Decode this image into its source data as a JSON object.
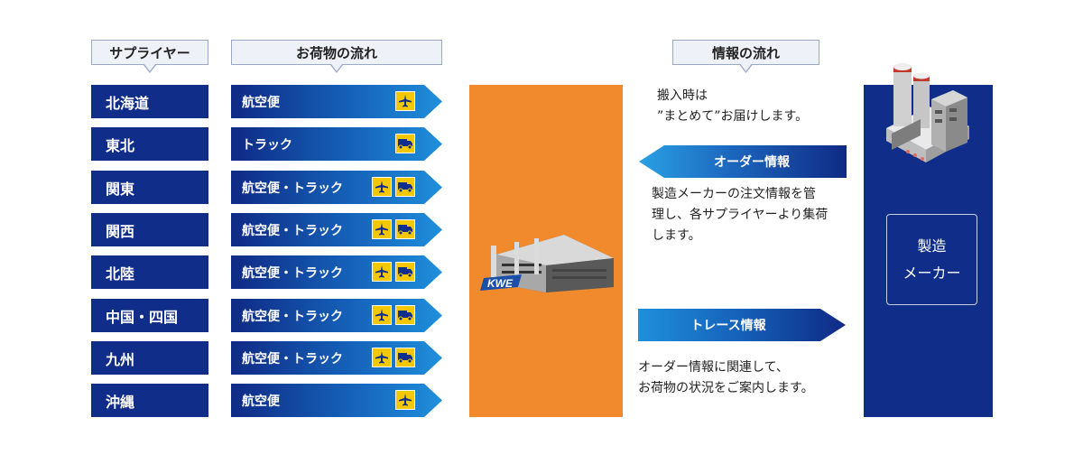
{
  "headers": {
    "supplier": "サプライヤー",
    "cargo_flow": "お荷物の流れ",
    "info_flow": "情報の流れ"
  },
  "rows": [
    {
      "region": "北海道",
      "method": "航空便",
      "icons": [
        "airplane-icon"
      ]
    },
    {
      "region": "東北",
      "method": "トラック",
      "icons": [
        "truck-icon"
      ]
    },
    {
      "region": "関東",
      "method": "航空便・トラック",
      "icons": [
        "airplane-icon",
        "truck-icon"
      ]
    },
    {
      "region": "関西",
      "method": "航空便・トラック",
      "icons": [
        "airplane-icon",
        "truck-icon"
      ]
    },
    {
      "region": "北陸",
      "method": "航空便・トラック",
      "icons": [
        "airplane-icon",
        "truck-icon"
      ]
    },
    {
      "region": "中国・四国",
      "method": "航空便・トラック",
      "icons": [
        "airplane-icon",
        "truck-icon"
      ]
    },
    {
      "region": "九州",
      "method": "航空便・トラック",
      "icons": [
        "airplane-icon",
        "truck-icon"
      ]
    },
    {
      "region": "沖縄",
      "method": "航空便",
      "icons": [
        "airplane-icon"
      ]
    }
  ],
  "center": {
    "logo_text": "KWE"
  },
  "info": {
    "delivery_line1": "搬入時は",
    "delivery_line2": "”まとめて”お届けします。",
    "order_label": "オーダー情報",
    "order_desc_line1": "製造メーカーの注文情報を管",
    "order_desc_line2": "理し、各サプライヤーより集荷",
    "order_desc_line3": "します。",
    "trace_label": "トレース情報",
    "trace_desc_line1": "オーダー情報に関連して、",
    "trace_desc_line2": "お荷物の状況をご案内します。"
  },
  "maker": {
    "line1": "製造",
    "line2": "メーカー"
  },
  "colors": {
    "navy": "#102d8a",
    "orange": "#f08a2c",
    "icon_yellow": "#f4c800",
    "header_bg": "#eef1f8"
  }
}
